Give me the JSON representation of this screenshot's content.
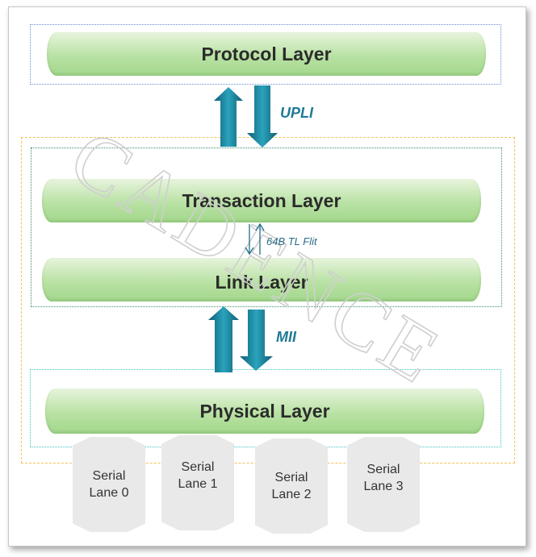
{
  "watermark": "CADENCE",
  "layers": {
    "protocol": "Protocol Layer",
    "transaction": "Transaction Layer",
    "link": "Link Layer",
    "physical": "Physical Layer"
  },
  "interfaces": {
    "upli": "UPLI",
    "flit": "64B TL Flit",
    "mii": "MII"
  },
  "lanes": [
    {
      "line1": "Serial",
      "line2": "Lane 0"
    },
    {
      "line1": "Serial",
      "line2": "Lane 1"
    },
    {
      "line1": "Serial",
      "line2": "Lane 2"
    },
    {
      "line1": "Serial",
      "line2": "Lane 3"
    }
  ],
  "colors": {
    "arrow": "#1a7891",
    "protocol_border": "#6a8fd6",
    "outer_border": "#f2c15a",
    "stack_border": "#3f8f6c",
    "physical_border": "#3fc4c4"
  }
}
